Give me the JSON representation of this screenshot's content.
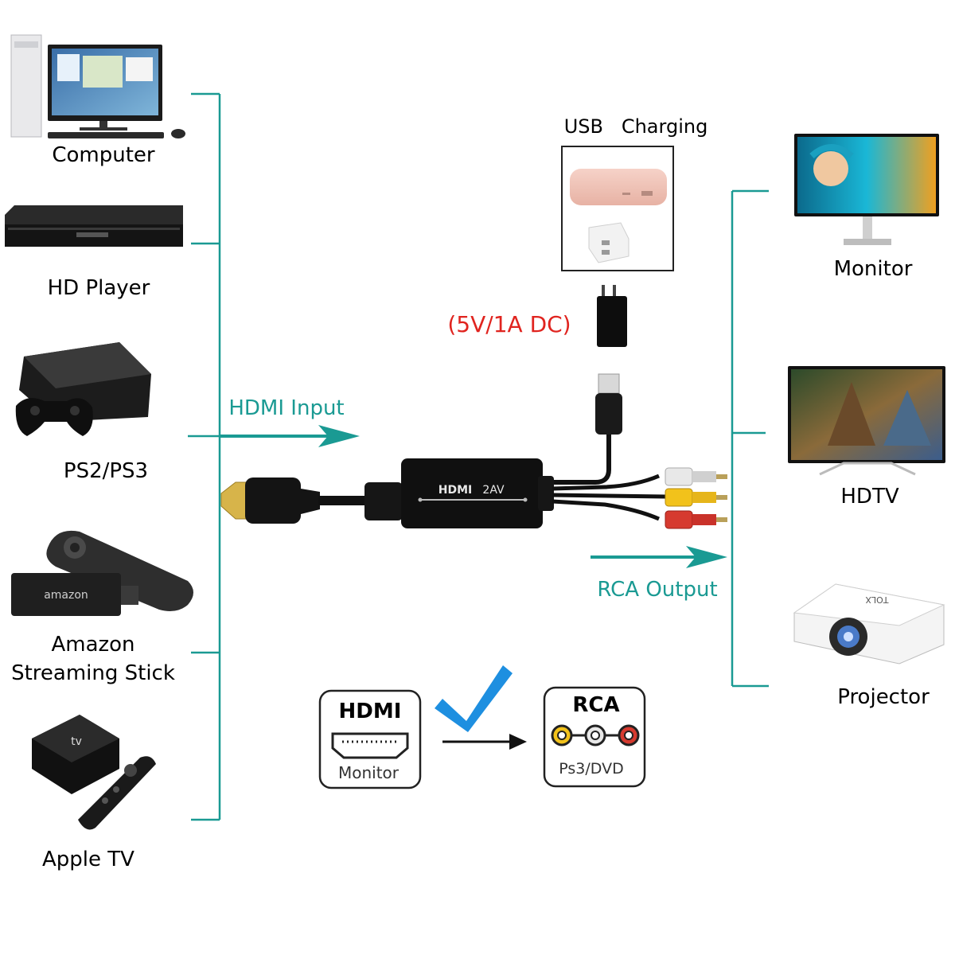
{
  "sources": {
    "computer": "Computer",
    "hd_player": "HD Player",
    "ps": "PS2/PS3",
    "amazon_line1": "Amazon",
    "amazon_line2": "Streaming Stick",
    "apple_tv": "Apple TV"
  },
  "outputs": {
    "monitor": "Monitor",
    "hdtv": "HDTV",
    "projector": "Projector"
  },
  "power": {
    "usb_charging": "USB   Charging",
    "spec": "(5V/1A DC)"
  },
  "flow": {
    "hdmi_input": "HDMI Input",
    "rca_output": "RCA Output"
  },
  "converter": {
    "brand": "HDMI",
    "suffix": "2AV"
  },
  "legend": {
    "hdmi_title": "HDMI",
    "hdmi_sub": "Monitor",
    "rca_title": "RCA",
    "rca_sub": "Ps3/DVD"
  },
  "device_texts": {
    "amazon_logo": "amazon",
    "apple_tv_logo": "tv",
    "projector_brand": "TOLX"
  },
  "colors": {
    "teal": "#1a9a93",
    "red": "#e0241f",
    "check_blue": "#1e8fe0",
    "rca_yellow": "#f2c21b",
    "rca_white": "#e8e8e8",
    "rca_red": "#d63a2f"
  }
}
